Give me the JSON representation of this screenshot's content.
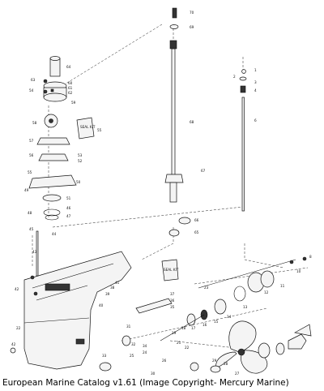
{
  "caption": "European Marine Catalog v1.61 (Image Copyright- Mercury Marine)",
  "callouts": {
    "c1": "1",
    "c2": "2",
    "c3": "3",
    "c4": "4",
    "c6": "6",
    "c8": "8",
    "c10": "10",
    "c11": "11",
    "c12": "12",
    "c13": "13",
    "c14": "14",
    "c15": "15",
    "c16": "16",
    "c17": "17",
    "c18": "18",
    "c19": "19",
    "c21": "21",
    "c22": "22",
    "c23": "23",
    "c24": "24",
    "c25": "25",
    "c26": "26",
    "c27": "27",
    "c28": "28",
    "c29": "29",
    "c30": "30",
    "c31": "31",
    "c32": "32",
    "c33": "33",
    "c34": "34",
    "c35": "35",
    "c36": "36",
    "c37": "37",
    "c38": "38",
    "c39": "39",
    "c40": "40",
    "c41": "41",
    "c42": "42",
    "c43": "43",
    "c44": "44",
    "c45": "45",
    "c46": "46",
    "c47": "47",
    "c48": "48",
    "c49": "49",
    "c50": "50",
    "c51": "51",
    "c52": "52",
    "c53": "53",
    "c54": "54",
    "c55": "55",
    "c56": "56",
    "c57": "57",
    "c58": "58",
    "c59": "59",
    "c60": "60",
    "c61": "61",
    "c62": "62",
    "c63": "63",
    "c64": "64",
    "c65": "65",
    "c66": "66",
    "c67": "67",
    "c68": "68",
    "c69": "69",
    "c70": "70"
  },
  "box_labels": {
    "seal_kit_upper": "SEAL KIT",
    "seal_kit_lower": "SEAL KIT"
  }
}
